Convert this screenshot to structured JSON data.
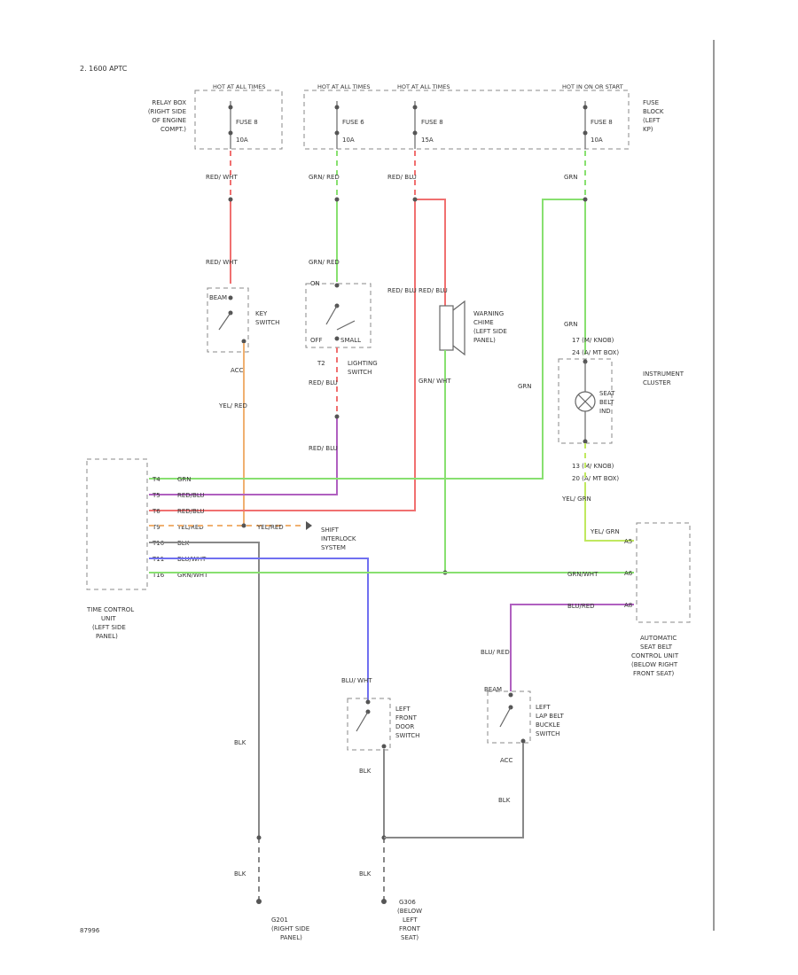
{
  "header": {
    "model": "2. 1600 APTC"
  },
  "figure_id": "87996",
  "fuses": [
    {
      "hot": "HOT AT ALL TIMES",
      "name": "FUSE 8",
      "rating": "10A"
    },
    {
      "hot": "HOT AT ALL TIMES",
      "name": "FUSE 6",
      "rating": "10A"
    },
    {
      "hot": "HOT AT ALL TIMES",
      "name": "FUSE 8",
      "rating": "15A"
    },
    {
      "hot": "HOT IN ON OR START",
      "name": "FUSE 8",
      "rating": "10A"
    }
  ],
  "components": {
    "relay_box": [
      "RELAY BOX",
      "(RIGHT SIDE",
      "OF ENGINE",
      "COMPT.)"
    ],
    "fuse_block": [
      "FUSE",
      "BLOCK",
      "(LEFT",
      "KP)"
    ],
    "key_switch": [
      "KEY",
      "SWITCH"
    ],
    "lighting_switch": [
      "LIGHTING",
      "SWITCH"
    ],
    "warning_chime": [
      "WARNING",
      "CHIME",
      "(LEFT SIDE",
      "PANEL)"
    ],
    "instrument_cluster": [
      "INSTRUMENT",
      "CLUSTER"
    ],
    "seat_belt_ind": [
      "SEAT",
      "BELT",
      "IND"
    ],
    "time_control_unit": [
      "TIME CONTROL",
      "UNIT",
      "(LEFT SIDE",
      "PANEL)"
    ],
    "shift_interlock": [
      "SHIFT",
      "INTERLOCK",
      "SYSTEM"
    ],
    "auto_seat_belt": [
      "AUTOMATIC",
      "SEAT BELT",
      "CONTROL UNIT",
      "(BELOW RIGHT",
      "FRONT SEAT)"
    ],
    "left_front_door_switch": [
      "LEFT",
      "FRONT",
      "DOOR",
      "SWITCH"
    ],
    "lap_belt_switch": [
      "LEFT",
      "LAP BELT",
      "BUCKLE",
      "SWITCH"
    ],
    "ground_g201": [
      "G201",
      "(RIGHT SIDE",
      "PANEL)"
    ],
    "ground_g306": [
      "G306",
      "(BELOW",
      "LEFT",
      "FRONT",
      "SEAT)"
    ]
  },
  "wire_labels": {
    "red_wht": "RED/ WHT",
    "grn_red": "GRN/ RED",
    "red_blu": "RED/ BLU",
    "grn": "GRN",
    "grn_wht": "GRN/ WHT",
    "yel_red": "YEL/ RED",
    "yel_grn": "YEL/ GRN",
    "blu_red": "BLU/ RED",
    "blu_wht": "BLU/ WHT",
    "blk": "BLK"
  },
  "switch_labels": {
    "key_terms": [
      "BEAM",
      "ACC"
    ],
    "lighting_terms": [
      "ON",
      "OFF",
      "SMALL",
      "T2"
    ],
    "lap_belt_terms": [
      "BEAM",
      "ACC"
    ],
    "cluster_pins": [
      "17 (M/ KNOB)",
      "24 (A/ MT BOX)",
      "13 (M/ KNOB)",
      "20 (A/ MT BOX)"
    ]
  },
  "tcu_pins": [
    {
      "pin": "T4",
      "label": "GRN"
    },
    {
      "pin": "T5",
      "label": "RED/BLU"
    },
    {
      "pin": "T6",
      "label": "RED/BLU"
    },
    {
      "pin": "T9",
      "label": "YEL/RED"
    },
    {
      "pin": "T10",
      "label": "BLK"
    },
    {
      "pin": "T11",
      "label": "BLU/WHT"
    },
    {
      "pin": "T16",
      "label": "GRN/WHT"
    }
  ],
  "tcu_extra": "YEL/RED",
  "asb_wires": [
    "GRN/WHT",
    "BLU/RED"
  ],
  "asb_pins": [
    "A5",
    "A6",
    "A8"
  ]
}
